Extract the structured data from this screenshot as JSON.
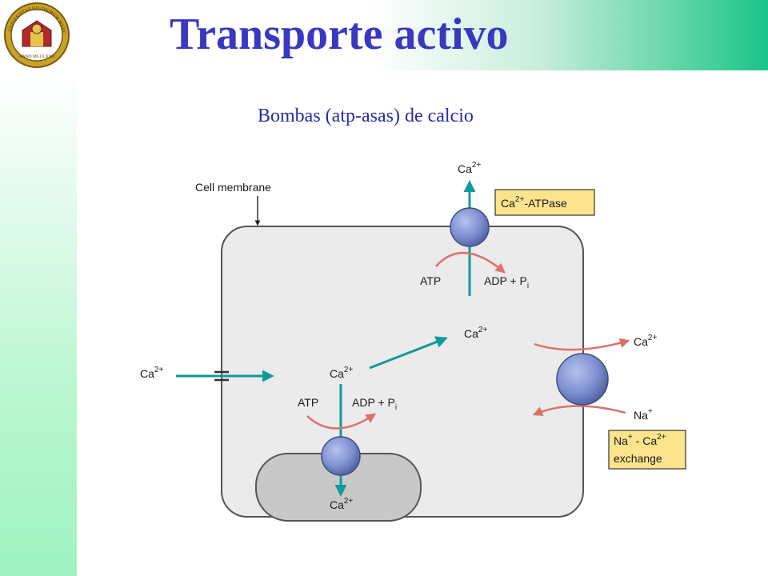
{
  "header": {
    "title": "Transporte activo",
    "logo_ring_text": "UNIVERSITAS STUDIORUM MURCIENSIS",
    "logo_bottom_text": "ANNO MCCLXXII"
  },
  "subtitle": "Bombas (atp-asas) de calcio",
  "diagram": {
    "cell_membrane_label": "Cell membrane",
    "ion_calcium": "Ca",
    "ion_calcium_charge": "2+",
    "ion_sodium": "Na",
    "ion_sodium_charge": "+",
    "atp_label": "ATP",
    "adp_label": "ADP + P",
    "pi_subscript": "i",
    "atpase_box_suffix": "-ATPase",
    "exchange_box_dash": " - ",
    "exchange_box_line2": "exchange",
    "colors": {
      "membrane": "#555555",
      "cytoplasm": "#ebebeb",
      "organelle": "#c8c8c8",
      "pump": "#7d8fcf",
      "teal_arrow": "#109a9a",
      "salmon_arrow": "#dc7268",
      "label_box": "#fbe48c"
    }
  }
}
